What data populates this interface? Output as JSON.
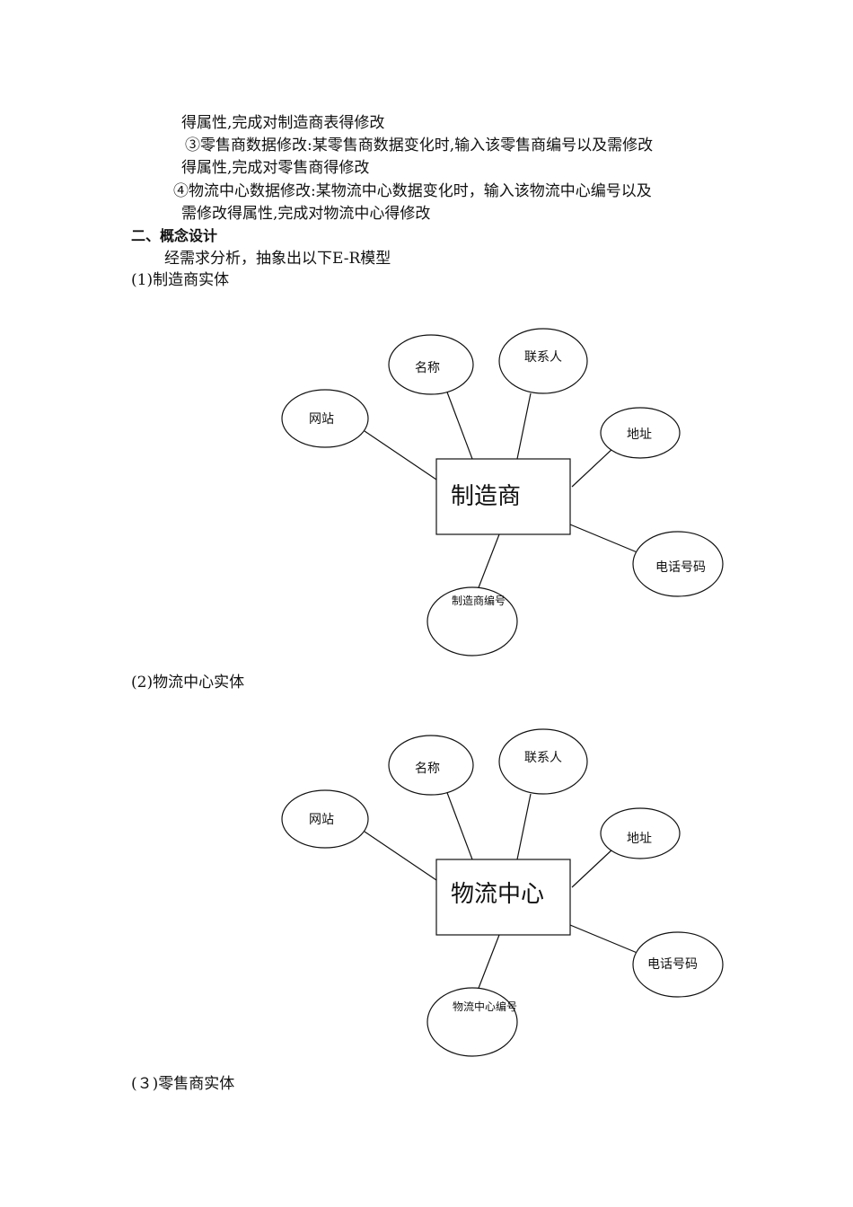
{
  "paragraphs": {
    "p1": "得属性,完成对制造商表得修改",
    "p2": "③零售商数据修改:某零售商数据变化时,输入该零售商编号以及需修改",
    "p3": "得属性,完成对零售商得修改",
    "p4": "④物流中心数据修改:某物流中心数据变化时，输入该物流中心编号以及",
    "p5": "需修改得属性,完成对物流中心得修改",
    "heading": "二、概念设计",
    "intro": "经需求分析，抽象出以下E-R模型",
    "caption1": "(1)制造商实体",
    "caption2": "(2)物流中心实体",
    "caption3": "(３)零售商实体"
  },
  "diagram1": {
    "entity": "制造商",
    "attributes": {
      "website": "网站",
      "name": "名称",
      "contact": "联系人",
      "address": "地址",
      "phone": "电话号码",
      "id": "制造商编号"
    }
  },
  "diagram2": {
    "entity": "物流中心",
    "attributes": {
      "website": "网站",
      "name": "名称",
      "contact": "联系人",
      "address": "地址",
      "phone": "电话号码",
      "id": "物流中心编号"
    }
  }
}
